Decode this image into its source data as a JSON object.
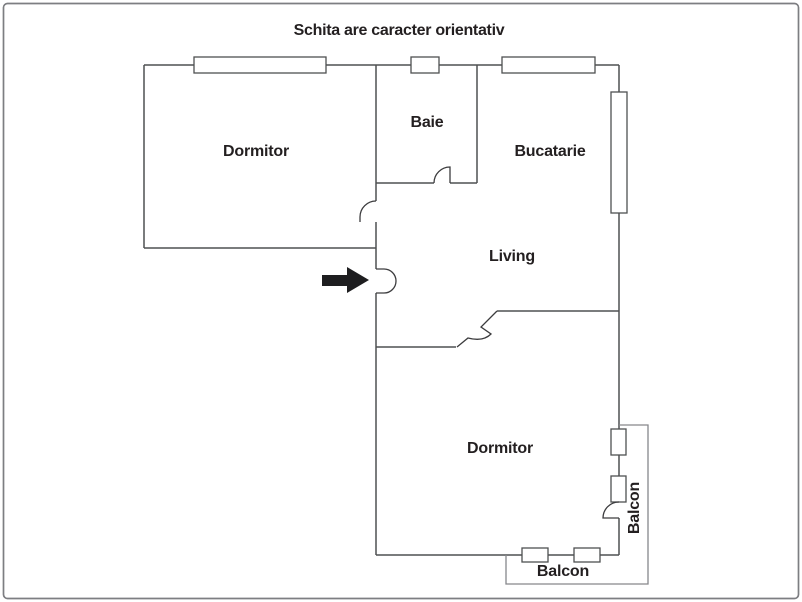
{
  "title": "Schita are caracter orientativ",
  "labels": {
    "dormitor_top": "Dormitor",
    "baie": "Baie",
    "bucatarie": "Bucatarie",
    "living": "Living",
    "dormitor_bottom": "Dormitor",
    "balcon_side": "Balcon",
    "balcon_bottom": "Balcon"
  },
  "icons": {
    "entrance_arrow": "filled-right-arrow"
  },
  "colors": {
    "background": "#ffffff",
    "frame": "#7d7e82",
    "wall_line": "#4f5052",
    "window_line": "#4f5052",
    "balcony_line": "#86878b",
    "door_line": "#3c3c3e",
    "arrow": "#1e1e20",
    "text": "#231f20"
  }
}
